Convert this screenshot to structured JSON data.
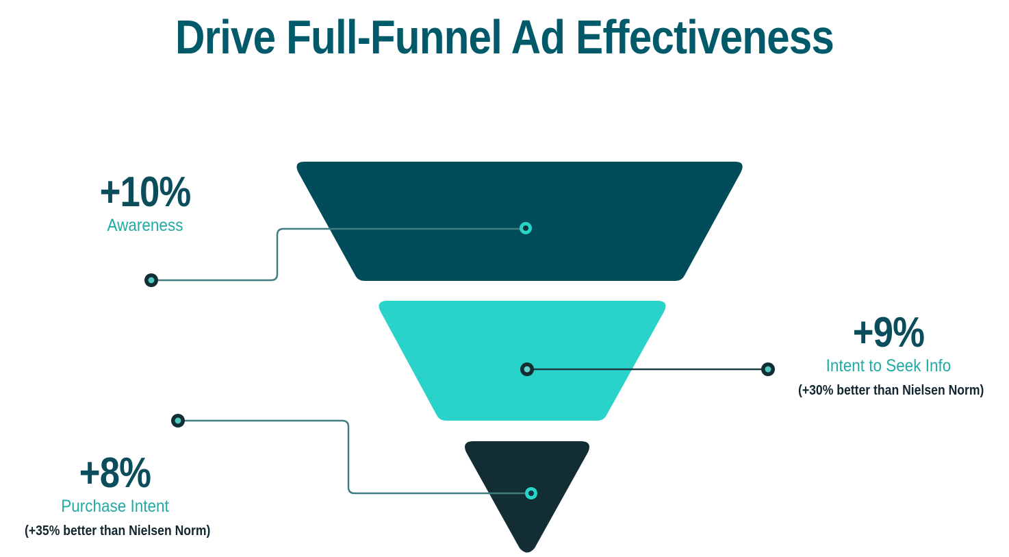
{
  "title": "Drive Full-Funnel Ad Effectiveness",
  "colors": {
    "title": "#005a6a",
    "funnel_top": "#004c5a",
    "funnel_middle": "#2ad3c9",
    "funnel_bottom": "#132d34",
    "stat_value": "#0b4d5a",
    "stat_label": "#22aaa5",
    "note_text": "#12262e",
    "connector_line": "#3f7d80"
  },
  "funnel": {
    "stages": [
      {
        "name": "Awareness",
        "value": "+10%",
        "label": "Awareness",
        "note": "",
        "color": "#004c5a"
      },
      {
        "name": "Intent to Seek Info",
        "value": "+9%",
        "label": "Intent to Seek Info",
        "note": "(+30% better than Nielsen Norm)",
        "color": "#2ad3c9"
      },
      {
        "name": "Purchase Intent",
        "value": "+8%",
        "label": "Purchase Intent",
        "note": "(+35% better than Nielsen Norm)",
        "color": "#132d34"
      }
    ]
  },
  "icons": {
    "connector_dot": "ring-dot-icon"
  }
}
